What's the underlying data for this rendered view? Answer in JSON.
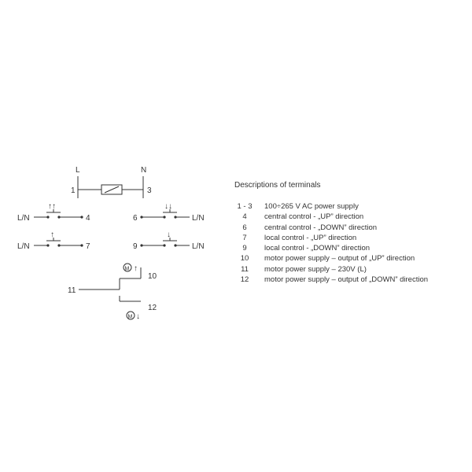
{
  "diagram": {
    "supply_label_L": "L",
    "supply_label_N": "N",
    "supply_terminal_left": "1",
    "supply_terminal_right": "3",
    "switches": {
      "central_up": {
        "left_label": "L/N",
        "terminal": "4"
      },
      "central_down": {
        "right_label": "L/N",
        "terminal": "6"
      },
      "local_up": {
        "left_label": "L/N",
        "terminal": "7"
      },
      "local_down": {
        "right_label": "L/N",
        "terminal": "9"
      }
    },
    "relay": {
      "input_terminal": "11",
      "up_terminal": "10",
      "down_terminal": "12",
      "motor_symbol": "M"
    }
  },
  "descriptions": {
    "title": "Descriptions of terminals",
    "rows": [
      {
        "terminal": "1 - 3",
        "description": "100÷265 V AC power supply"
      },
      {
        "terminal": "4",
        "description": "central control - „UP”     direction"
      },
      {
        "terminal": "6",
        "description": "central control - „DOWN”    direction"
      },
      {
        "terminal": "7",
        "description": "local control - „UP”     direction"
      },
      {
        "terminal": "9",
        "description": "local control - „DOWN”    direction"
      },
      {
        "terminal": "10",
        "description": "motor power supply – output of „UP”    direction"
      },
      {
        "terminal": "11",
        "description": "motor power supply – 230V (L)"
      },
      {
        "terminal": "12",
        "description": "motor power supply – output of „DOWN”    direction"
      }
    ]
  }
}
